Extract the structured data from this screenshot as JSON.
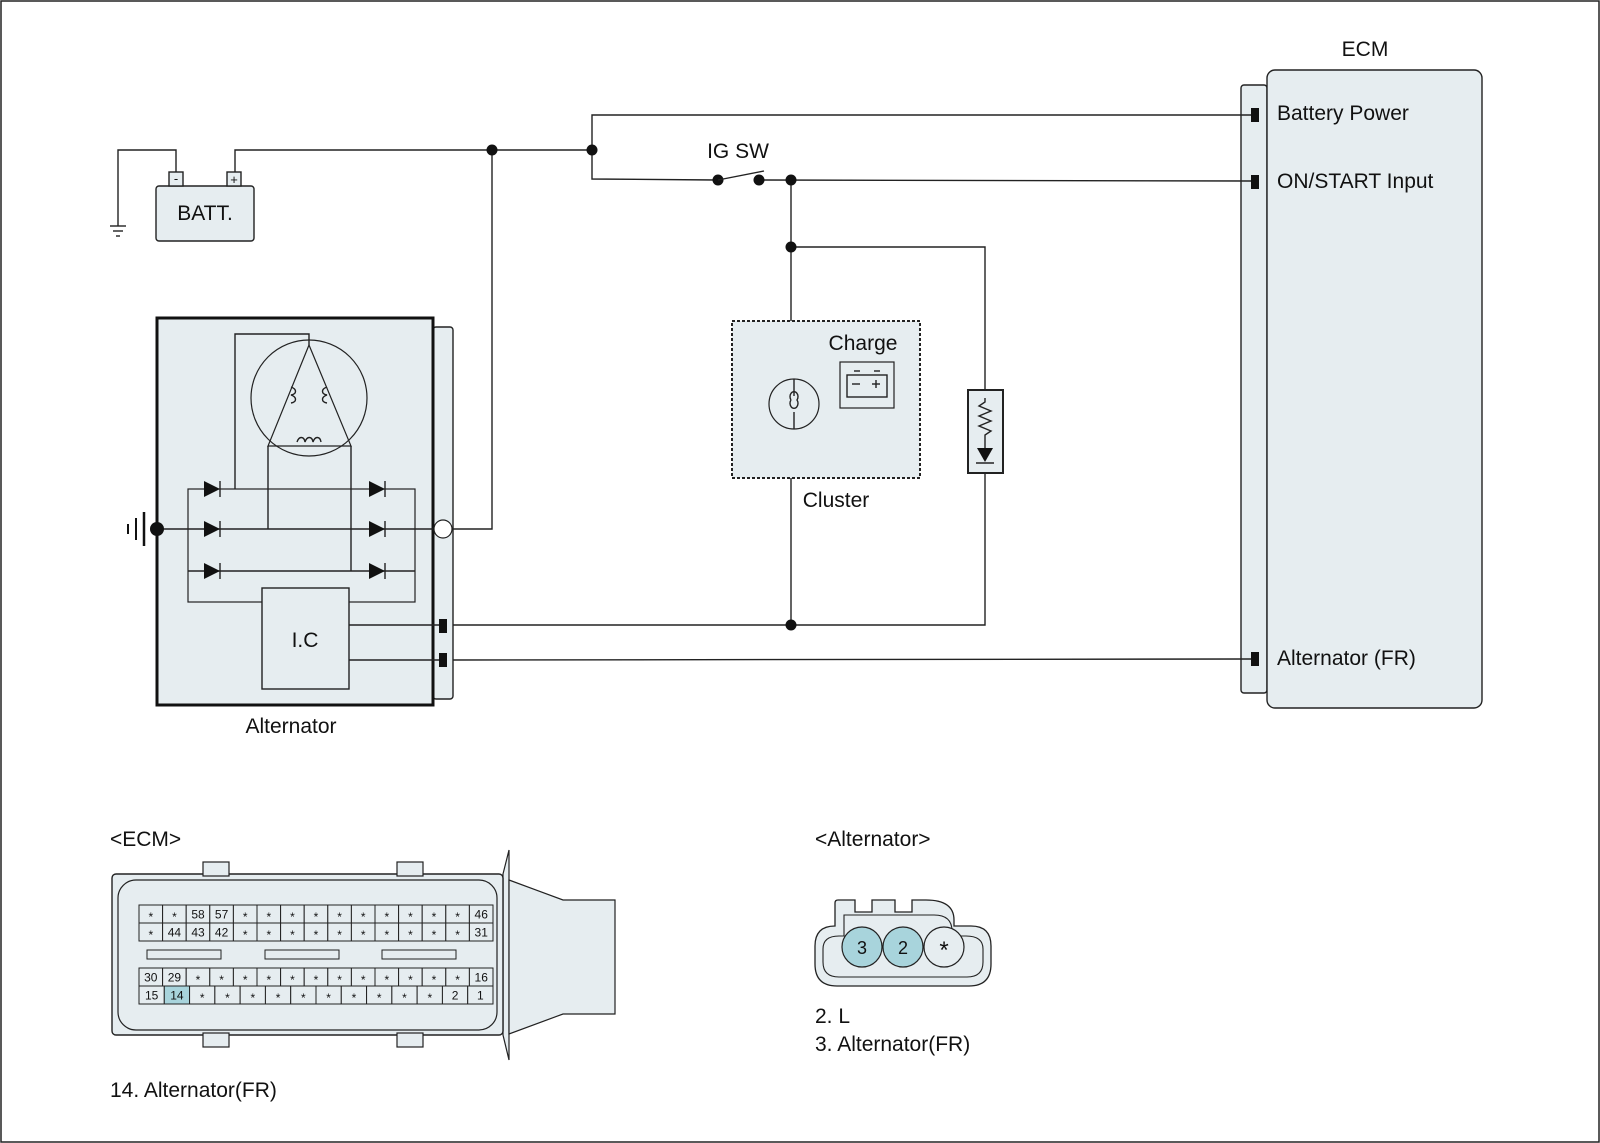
{
  "labels": {
    "ecm": "ECM",
    "battery_power": "Battery Power",
    "on_start_input": "ON/START Input",
    "alternator_fr": "Alternator (FR)",
    "ig_sw": "IG SW",
    "batt": "BATT.",
    "charge": "Charge",
    "cluster": "Cluster",
    "alternator": "Alternator",
    "ic": "I.C",
    "batt_minus": "-",
    "batt_plus": "+"
  },
  "ecm_connector": {
    "title": "<ECM>",
    "top_row1": [
      "*",
      "*",
      "58",
      "57",
      "*",
      "*",
      "*",
      "*",
      "*",
      "*",
      "*",
      "*",
      "*",
      "*",
      "46"
    ],
    "top_row2": [
      "*",
      "44",
      "43",
      "42",
      "*",
      "*",
      "*",
      "*",
      "*",
      "*",
      "*",
      "*",
      "*",
      "*",
      "31"
    ],
    "bot_row1": [
      "30",
      "29",
      "*",
      "*",
      "*",
      "*",
      "*",
      "*",
      "*",
      "*",
      "*",
      "*",
      "*",
      "*",
      "16"
    ],
    "bot_row2": [
      "15",
      "14",
      "*",
      "*",
      "*",
      "*",
      "*",
      "*",
      "*",
      "*",
      "*",
      "*",
      "2",
      "1"
    ],
    "highlight": "14",
    "legend": [
      "14. Alternator(FR)"
    ]
  },
  "alt_connector": {
    "title": "<Alternator>",
    "pins": [
      "3",
      "2",
      "*"
    ],
    "legend": [
      "2. L",
      "3. Alternator(FR)"
    ]
  },
  "colors": {
    "fill": "#e6edf0",
    "highlight": "#a8d4dc",
    "wire": "#222222"
  }
}
